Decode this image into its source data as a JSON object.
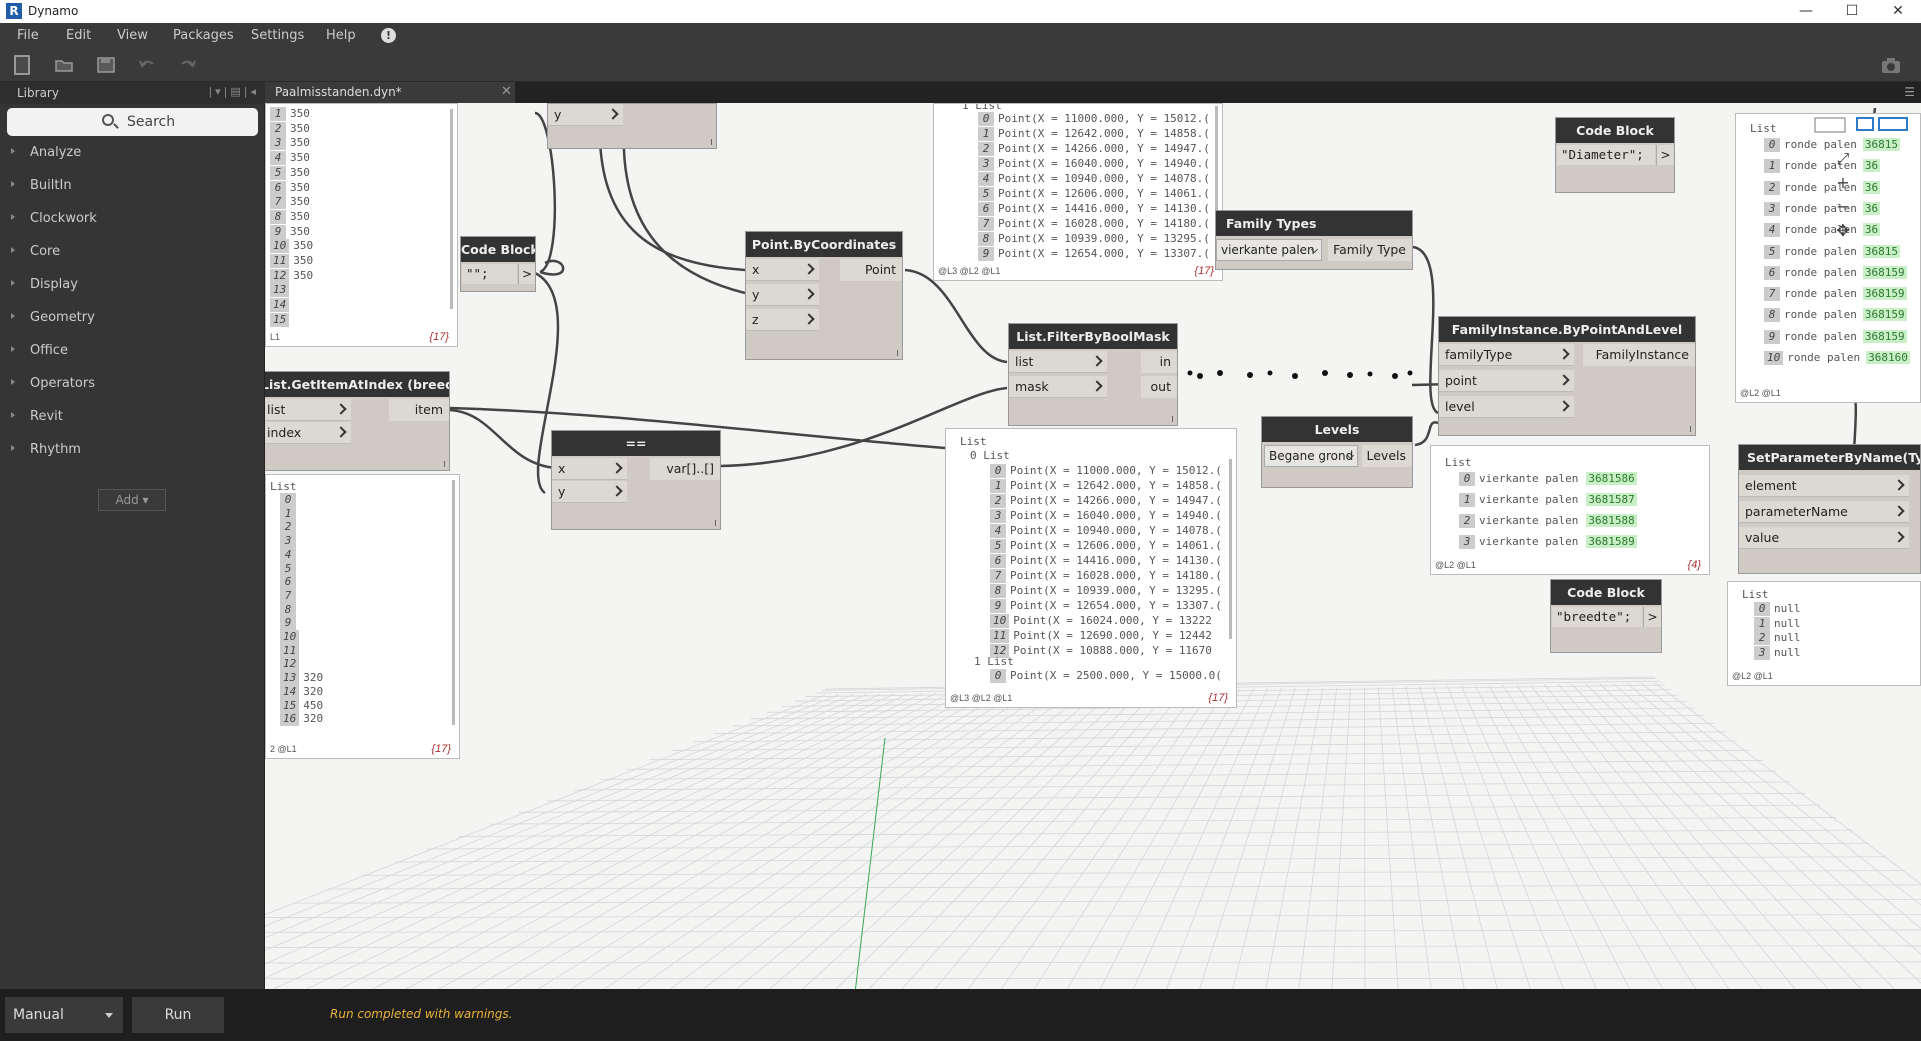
{
  "window": {
    "title": "Dynamo",
    "logo": "R"
  },
  "menu": [
    {
      "label": "File"
    },
    {
      "label": "Edit"
    },
    {
      "label": "View"
    },
    {
      "label": "Packages"
    },
    {
      "label": "Settings"
    },
    {
      "label": "Help"
    }
  ],
  "menu_warning": "!",
  "library": {
    "title": "Library",
    "search_placeholder": "Search",
    "categories": [
      "Analyze",
      "BuiltIn",
      "Clockwork",
      "Core",
      "Display",
      "Geometry",
      "Office",
      "Operators",
      "Revit",
      "Rhythm"
    ],
    "add_label": "Add"
  },
  "tab": {
    "name": "Paalmisstanden.dyn*",
    "close": "✕"
  },
  "nodes": {
    "code_block_empty": {
      "title": "Code Block",
      "code": "\"\";",
      "out": ">"
    },
    "get_item_at_index": {
      "title": "List.GetItemAtIndex (breedte)",
      "in": [
        "list",
        "index"
      ],
      "out": "item"
    },
    "y_node": {
      "in": "y"
    },
    "equals": {
      "title": "==",
      "in": [
        "x",
        "y"
      ],
      "out": "var[]..[]"
    },
    "point_by_coordinates": {
      "title": "Point.ByCoordinates",
      "in": [
        "x",
        "y",
        "z"
      ],
      "out": "Point"
    },
    "filter_by_bool_mask": {
      "title": "List.FilterByBoolMask",
      "in": [
        "list",
        "mask"
      ],
      "out": [
        "in",
        "out"
      ]
    },
    "family_types": {
      "title": "Family Types",
      "selected": "vierkante palen",
      "out": "Family Type"
    },
    "levels": {
      "title": "Levels",
      "selected": "Begane grond",
      "out": "Levels"
    },
    "code_block_diameter": {
      "title": "Code Block",
      "code": "\"Diameter\";",
      "out": ">"
    },
    "family_instance": {
      "title": "FamilyInstance.ByPointAndLevel",
      "in": [
        "familyType",
        "point",
        "level"
      ],
      "out": "FamilyInstance"
    },
    "code_block_breedte": {
      "title": "Code Block",
      "code": "\"breedte\";",
      "out": ">"
    },
    "set_parameter": {
      "title": "SetParameterByName(Type)",
      "in": [
        "element",
        "parameterName",
        "value"
      ]
    }
  },
  "watches": {
    "values_top": {
      "rows": [
        {
          "i": "1",
          "v": "350"
        },
        {
          "i": "2",
          "v": "350"
        },
        {
          "i": "3",
          "v": "350"
        },
        {
          "i": "4",
          "v": "350"
        },
        {
          "i": "5",
          "v": "350"
        },
        {
          "i": "6",
          "v": "350"
        },
        {
          "i": "7",
          "v": "350"
        },
        {
          "i": "8",
          "v": "350"
        },
        {
          "i": "9",
          "v": "350"
        },
        {
          "i": "10",
          "v": "350"
        },
        {
          "i": "11",
          "v": "350"
        },
        {
          "i": "12",
          "v": "350"
        },
        {
          "i": "13",
          "v": ""
        },
        {
          "i": "14",
          "v": ""
        },
        {
          "i": "15",
          "v": ""
        }
      ],
      "foot": "L1",
      "count": "{17}"
    },
    "index_list": {
      "header": "List",
      "rows": [
        {
          "i": "0",
          "v": ""
        },
        {
          "i": "1",
          "v": ""
        },
        {
          "i": "2",
          "v": ""
        },
        {
          "i": "3",
          "v": ""
        },
        {
          "i": "4",
          "v": ""
        },
        {
          "i": "5",
          "v": ""
        },
        {
          "i": "6",
          "v": ""
        },
        {
          "i": "7",
          "v": ""
        },
        {
          "i": "8",
          "v": ""
        },
        {
          "i": "9",
          "v": ""
        },
        {
          "i": "10",
          "v": ""
        },
        {
          "i": "11",
          "v": ""
        },
        {
          "i": "12",
          "v": ""
        },
        {
          "i": "13",
          "v": "320"
        },
        {
          "i": "14",
          "v": "320"
        },
        {
          "i": "15",
          "v": "450"
        },
        {
          "i": "16",
          "v": "320"
        }
      ],
      "foot": "2 @L1",
      "count": "{17}"
    },
    "points_top": {
      "header": "1 List",
      "rows": [
        {
          "i": "0",
          "v": "Point(X = 11000.000, Y = 15012.("
        },
        {
          "i": "1",
          "v": "Point(X = 12642.000, Y = 14858.("
        },
        {
          "i": "2",
          "v": "Point(X = 14266.000, Y = 14947.("
        },
        {
          "i": "3",
          "v": "Point(X = 16040.000, Y = 14940.("
        },
        {
          "i": "4",
          "v": "Point(X = 10940.000, Y = 14078.("
        },
        {
          "i": "5",
          "v": "Point(X = 12606.000, Y = 14061.("
        },
        {
          "i": "6",
          "v": "Point(X = 14416.000, Y = 14130.("
        },
        {
          "i": "7",
          "v": "Point(X = 16028.000, Y = 14180.("
        },
        {
          "i": "8",
          "v": "Point(X = 10939.000, Y = 13295.("
        },
        {
          "i": "9",
          "v": "Point(X = 12654.000, Y = 13307.("
        }
      ],
      "foot": "@L3 @L2 @L1",
      "count": "{17}"
    },
    "points_mid": {
      "header": "List",
      "sub0": "0 List",
      "rows": [
        {
          "i": "0",
          "v": "Point(X = 11000.000, Y = 15012.("
        },
        {
          "i": "1",
          "v": "Point(X = 12642.000, Y = 14858.("
        },
        {
          "i": "2",
          "v": "Point(X = 14266.000, Y = 14947.("
        },
        {
          "i": "3",
          "v": "Point(X = 16040.000, Y = 14940.("
        },
        {
          "i": "4",
          "v": "Point(X = 10940.000, Y = 14078.("
        },
        {
          "i": "5",
          "v": "Point(X = 12606.000, Y = 14061.("
        },
        {
          "i": "6",
          "v": "Point(X = 14416.000, Y = 14130.("
        },
        {
          "i": "7",
          "v": "Point(X = 16028.000, Y = 14180.("
        },
        {
          "i": "8",
          "v": "Point(X = 10939.000, Y = 13295.("
        },
        {
          "i": "9",
          "v": "Point(X = 12654.000, Y = 13307.("
        },
        {
          "i": "10",
          "v": "Point(X = 16024.000, Y = 13222"
        },
        {
          "i": "11",
          "v": "Point(X = 12690.000, Y = 12442"
        },
        {
          "i": "12",
          "v": "Point(X = 10888.000, Y = 11670"
        }
      ],
      "sub1": "1 List",
      "sub1_row": {
        "i": "0",
        "v": "Point(X = 2500.000, Y = 15000.0("
      },
      "foot": "@L3 @L2 @L1",
      "count": "{17}"
    },
    "family_instances": {
      "header": "List",
      "rows": [
        {
          "i": "0",
          "t": "vierkante palen",
          "id": "3681586"
        },
        {
          "i": "1",
          "t": "vierkante palen",
          "id": "3681587"
        },
        {
          "i": "2",
          "t": "vierkante palen",
          "id": "3681588"
        },
        {
          "i": "3",
          "t": "vierkante palen",
          "id": "3681589"
        }
      ],
      "foot": "@L2 @L1",
      "count": "{4}"
    },
    "ronde_palen": {
      "header": "List",
      "rows": [
        {
          "i": "0",
          "t": "ronde palen",
          "id": "36815"
        },
        {
          "i": "1",
          "t": "ronde palen",
          "id": "36"
        },
        {
          "i": "2",
          "t": "ronde palen",
          "id": "36"
        },
        {
          "i": "3",
          "t": "ronde palen",
          "id": "36"
        },
        {
          "i": "4",
          "t": "ronde palen",
          "id": "36"
        },
        {
          "i": "5",
          "t": "ronde palen",
          "id": "36815"
        },
        {
          "i": "6",
          "t": "ronde palen",
          "id": "368159"
        },
        {
          "i": "7",
          "t": "ronde palen",
          "id": "368159"
        },
        {
          "i": "8",
          "t": "ronde palen",
          "id": "368159"
        },
        {
          "i": "9",
          "t": "ronde palen",
          "id": "368159"
        },
        {
          "i": "10",
          "t": "ronde palen",
          "id": "368160"
        }
      ],
      "foot": "@L2 @L1"
    },
    "nulls": {
      "header": "List",
      "rows": [
        {
          "i": "0",
          "v": "null"
        },
        {
          "i": "1",
          "v": "null"
        },
        {
          "i": "2",
          "v": "null"
        },
        {
          "i": "3",
          "v": "null"
        }
      ],
      "foot": "@L2 @L1"
    }
  },
  "bottom": {
    "run_mode": "Manual",
    "run_label": "Run",
    "status": "Run completed with warnings."
  },
  "colors": {
    "accent": "#e8b33a",
    "node_header": "#333333",
    "node_body": "#cfcac3",
    "id_green": "#c8efc5"
  }
}
